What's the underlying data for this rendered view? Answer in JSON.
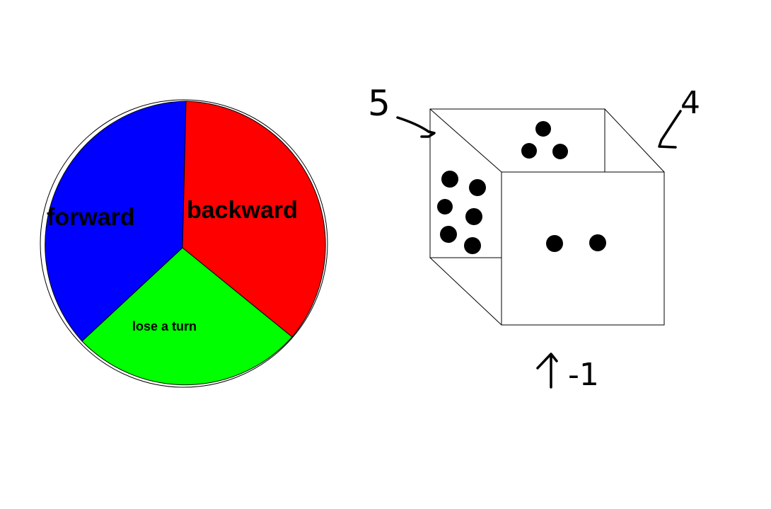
{
  "spinner": {
    "sections": [
      {
        "label": "forward",
        "color": "#0000ff"
      },
      {
        "label": "backward",
        "color": "#ff0000"
      },
      {
        "label": "lose a turn",
        "color": "#00ff00"
      }
    ]
  },
  "die": {
    "top_face_pips": 3,
    "left_face_pips": 6,
    "front_face_pips": 2,
    "callouts": {
      "left_face": "5",
      "right_face": "4",
      "bottom_face": "-1"
    }
  }
}
